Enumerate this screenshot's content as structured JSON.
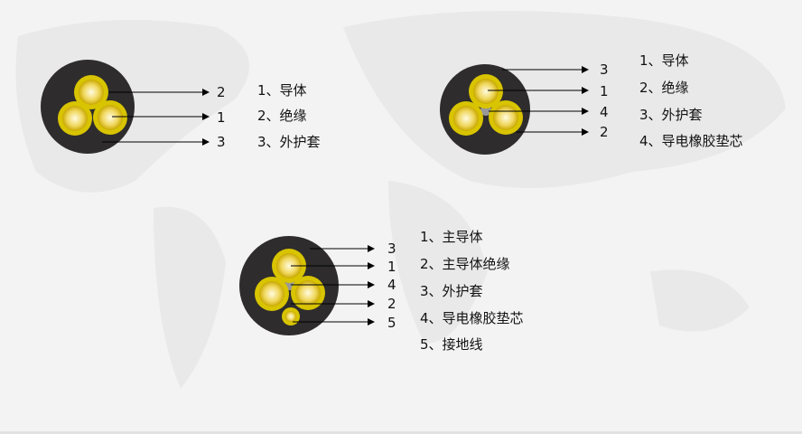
{
  "colors": {
    "sheath": "#2e2c2d",
    "insulation": "#d8c400",
    "conductor": "#f2dc6a"
  },
  "cable1": {
    "callouts": [
      "2",
      "1",
      "3"
    ],
    "legend": [
      "1、导体",
      "2、绝缘",
      "3、外护套"
    ]
  },
  "cable2": {
    "callouts": [
      "3",
      "1",
      "4",
      "2"
    ],
    "legend": [
      "1、导体",
      "2、绝缘",
      "3、外护套",
      "4、导电橡胶垫芯"
    ]
  },
  "cable3": {
    "callouts": [
      "3",
      "1",
      "4",
      "2",
      "5"
    ],
    "legend": [
      "1、主导体",
      "2、主导体绝缘",
      "3、外护套",
      "4、导电橡胶垫芯",
      "5、接地线"
    ]
  }
}
